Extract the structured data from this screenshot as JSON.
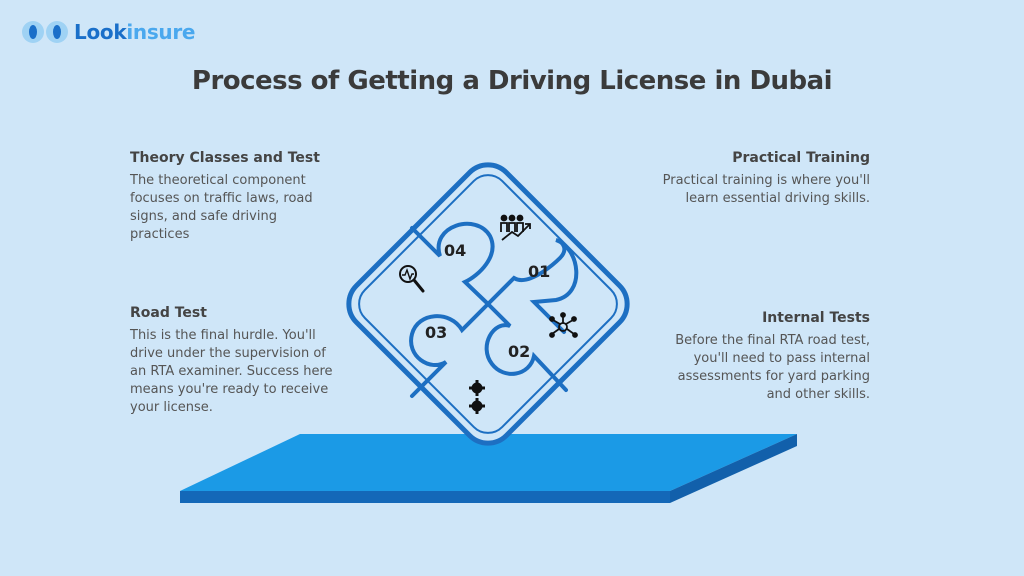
{
  "logo": {
    "text_bold": "Look",
    "text_light": "insure"
  },
  "title": "Process of Getting a Driving License in Dubai",
  "steps": [
    {
      "number": "01",
      "title": "Practical Training",
      "text": "Practical training is where you'll learn essential driving skills.",
      "icon": "people-growth-icon"
    },
    {
      "number": "02",
      "title": "Internal Tests",
      "text": "Before the final RTA road test, you'll need to pass internal assessments for yard parking and other skills.",
      "icon": "network-icon"
    },
    {
      "number": "03",
      "title": "Road Test",
      "text": "This is the final hurdle. You'll drive under the supervision of an RTA examiner. Success here means you're ready to receive your license.",
      "icon": "gears-icon"
    },
    {
      "number": "04",
      "title": "Theory Classes and Test",
      "text": "The theoretical component focuses on traffic laws, road signs, and safe driving practices",
      "icon": "magnifier-chart-icon"
    }
  ],
  "colors": {
    "background": "#cfe6f8",
    "puzzle_stroke": "#1d6fc2",
    "platform_top": "#1b9ae6",
    "platform_edge": "#1468b8",
    "brand": "#1a6fc9"
  }
}
